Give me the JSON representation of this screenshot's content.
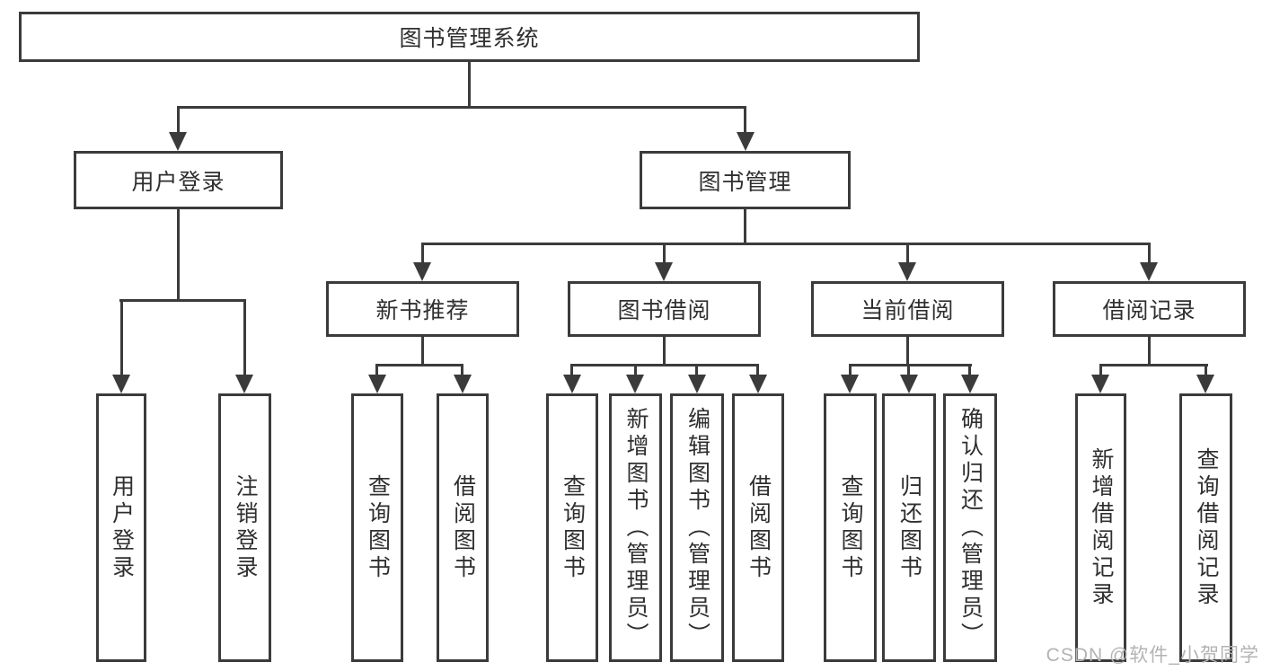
{
  "tree": {
    "root": {
      "label": "图书管理系统"
    },
    "branches": [
      {
        "label": "用户登录",
        "children": [
          {
            "label": "用户登录"
          },
          {
            "label": "注销登录"
          }
        ]
      },
      {
        "label": "图书管理",
        "modules": [
          {
            "label": "新书推荐",
            "children": [
              {
                "label": "查询图书"
              },
              {
                "label": "借阅图书"
              }
            ]
          },
          {
            "label": "图书借阅",
            "children": [
              {
                "label": "查询图书"
              },
              {
                "label": "新增图书（管理员）"
              },
              {
                "label": "编辑图书（管理员）"
              },
              {
                "label": "借阅图书"
              }
            ]
          },
          {
            "label": "当前借阅",
            "children": [
              {
                "label": "查询图书"
              },
              {
                "label": "归还图书"
              },
              {
                "label": "确认归还（管理员）"
              }
            ]
          },
          {
            "label": "借阅记录",
            "children": [
              {
                "label": "新增借阅记录"
              },
              {
                "label": "查询借阅记录"
              }
            ]
          }
        ]
      }
    ]
  },
  "watermark": "CSDN @软件_小贺同学",
  "colors": {
    "line": "#3b3b3b",
    "text": "#2f2f2f",
    "background": "#ffffff",
    "watermark": "#b3b3b3"
  }
}
